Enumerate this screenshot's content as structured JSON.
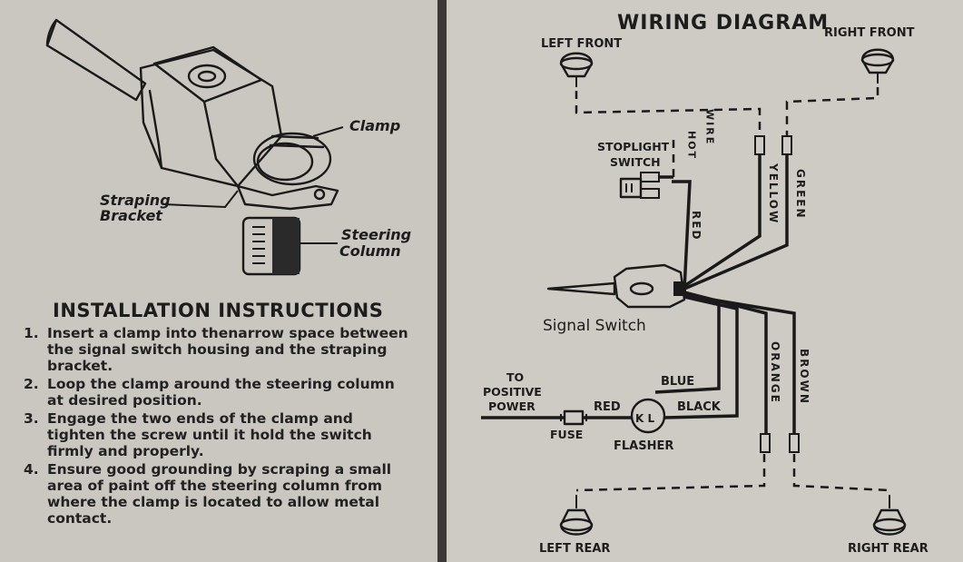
{
  "left": {
    "labels": {
      "clamp": "Clamp",
      "straping_bracket_1": "Straping",
      "straping_bracket_2": "Bracket",
      "steering_column_1": "Steering",
      "steering_column_2": "Column"
    },
    "instructions": {
      "title": "INSTALLATION INSTRUCTIONS",
      "steps": [
        {
          "num": "1.",
          "text": "Insert a clamp into thenarrow space between the signal switch housing and the straping bracket."
        },
        {
          "num": "2.",
          "text": "Loop the clamp around the steering column at desired position."
        },
        {
          "num": "3.",
          "text": "Engage the two ends of the clamp and tighten the screw until it hold the switch firmly and properly."
        },
        {
          "num": "4.",
          "text": "Ensure good grounding by scraping a small area of paint off the steering column from where the clamp is located to allow metal contact."
        }
      ]
    }
  },
  "right": {
    "title": "WIRING DIAGRAM",
    "lamps": {
      "left_front": "LEFT FRONT",
      "right_front": "RIGHT FRONT",
      "left_rear": "LEFT REAR",
      "right_rear": "RIGHT REAR"
    },
    "stoplight_switch_1": "STOPLIGHT",
    "stoplight_switch_2": "SWITCH",
    "hot_wire_1": "HOT",
    "hot_wire_2": "WIRE",
    "wires": {
      "red_vertical": "RED",
      "yellow": "YELLOW",
      "green": "GREEN",
      "orange": "ORANGE",
      "brown": "BROWN",
      "blue": "BLUE",
      "black": "BLACK",
      "red_horizontal": "RED"
    },
    "signal_switch": "Signal Switch",
    "to_positive_power_1": "TO",
    "to_positive_power_2": "POSITIVE",
    "to_positive_power_3": "POWER",
    "fuse": "FUSE",
    "flasher": "FLASHER",
    "flasher_terminals": "K L"
  }
}
